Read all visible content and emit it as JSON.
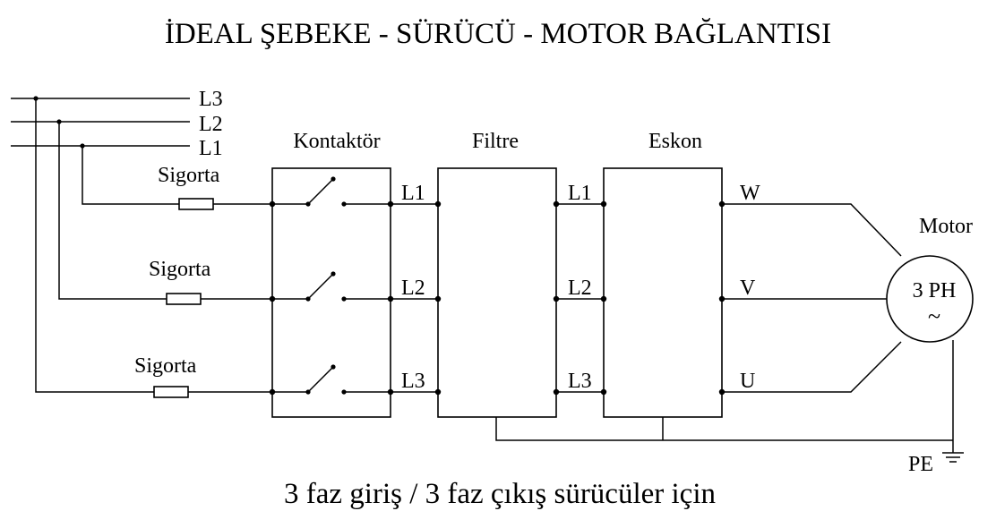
{
  "title": "İDEAL ŞEBEKE - SÜRÜCÜ - MOTOR BAĞLANTISI",
  "subtitle": "3 faz giriş / 3 faz çıkış sürücüler için",
  "supply_lines": [
    "L3",
    "L2",
    "L1"
  ],
  "fuse_label": "Sigorta",
  "blocks": {
    "contactor": "Kontaktör",
    "filter": "Filtre",
    "drive": "Eskon"
  },
  "filter_terminals": [
    "L1",
    "L2",
    "L3"
  ],
  "drive_in_terminals": [
    "L1",
    "L2",
    "L3"
  ],
  "drive_out_terminals": [
    "W",
    "V",
    "U"
  ],
  "motor": {
    "label": "Motor",
    "type": "3 PH",
    "ac_symbol": "~"
  },
  "ground_label": "PE"
}
